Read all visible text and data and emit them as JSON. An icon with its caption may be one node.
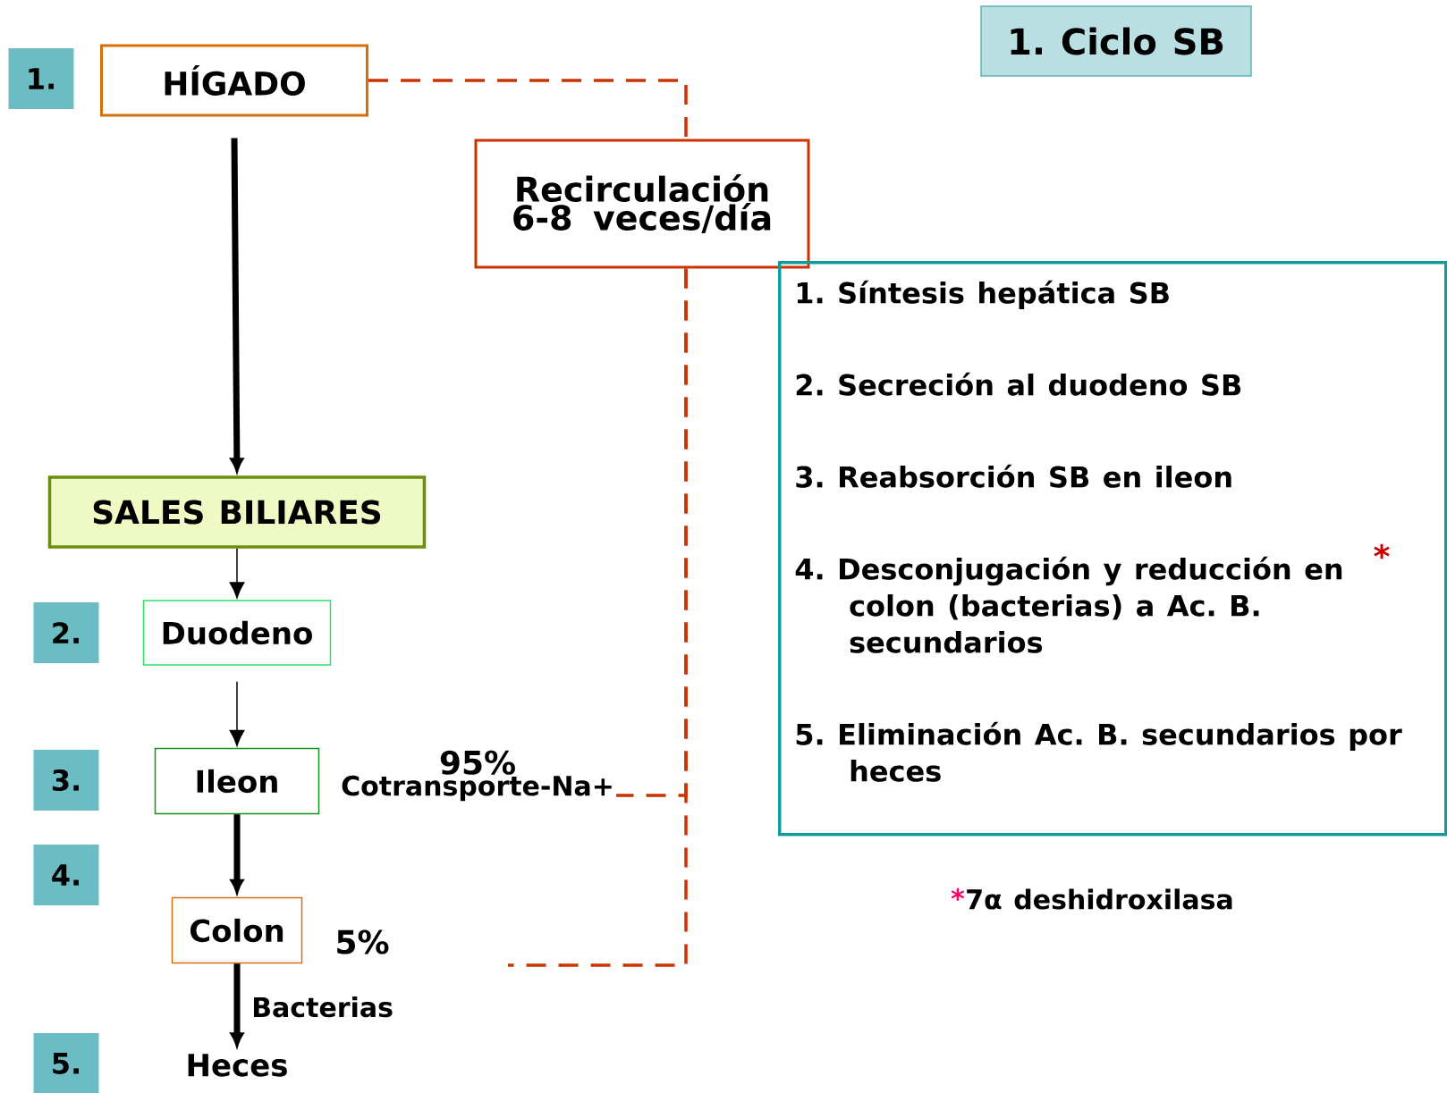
{
  "diagram": {
    "nodes": [
      {
        "text": [
          "1. Ciclo SB"
        ]
      },
      {
        "text": [
          "1."
        ]
      },
      {
        "text": [
          "HÍGADO"
        ]
      },
      {
        "text": [
          "Recirculación 6-8 veces/día"
        ]
      },
      {
        "text": [
          "1. Síntesis hepática SB",
          "2. Secreción al duodeno SB",
          "3. Reabsorción SB en ileon",
          "4. Desconjugación y reducción en colon (bacterias) a Ac. B. secundarios",
          "5. Eliminación Ac. B. secundarios por heces"
        ]
      },
      {
        "text": [
          "SALES BILIARES"
        ]
      },
      {
        "text": [
          "2."
        ]
      },
      {
        "text": [
          "Duodeno"
        ]
      },
      {
        "text": [
          "3."
        ]
      },
      {
        "text": [
          "Ileon"
        ]
      },
      {
        "text": [
          "4."
        ]
      },
      {
        "text": [
          "Colon"
        ]
      },
      {
        "text": [
          "5."
        ]
      },
      {
        "text": [
          "Heces"
        ]
      },
      {
        "text": [
          "95%",
          "Cotransporte-Na+"
        ]
      }
    ],
    "edges": [
      {
        "from": 2,
        "to": 5,
        "arrow": "to",
        "style": "thick"
      },
      {
        "from": 5,
        "to": 7,
        "arrow": "to"
      },
      {
        "from": 7,
        "to": 9,
        "arrow": "to"
      },
      {
        "from": 9,
        "to": 11,
        "arrow": "to",
        "style": "thick"
      },
      {
        "from": 11,
        "to": 13,
        "arrow": "to",
        "style": "thick",
        "label": "Bacterias"
      },
      {
        "from": 2,
        "to": 3,
        "arrow": "none",
        "style": "dashed",
        "color": "#cc3300"
      },
      {
        "from": 3,
        "to": null,
        "arrow": "none",
        "style": "dashed",
        "color": "#cc3300"
      },
      {
        "from": 14,
        "to": 3,
        "arrow": "none",
        "style": "dashed",
        "color": "#cc3300"
      }
    ],
    "labels": [
      "*",
      "5%",
      "*",
      "7α deshidroxilasa"
    ]
  }
}
